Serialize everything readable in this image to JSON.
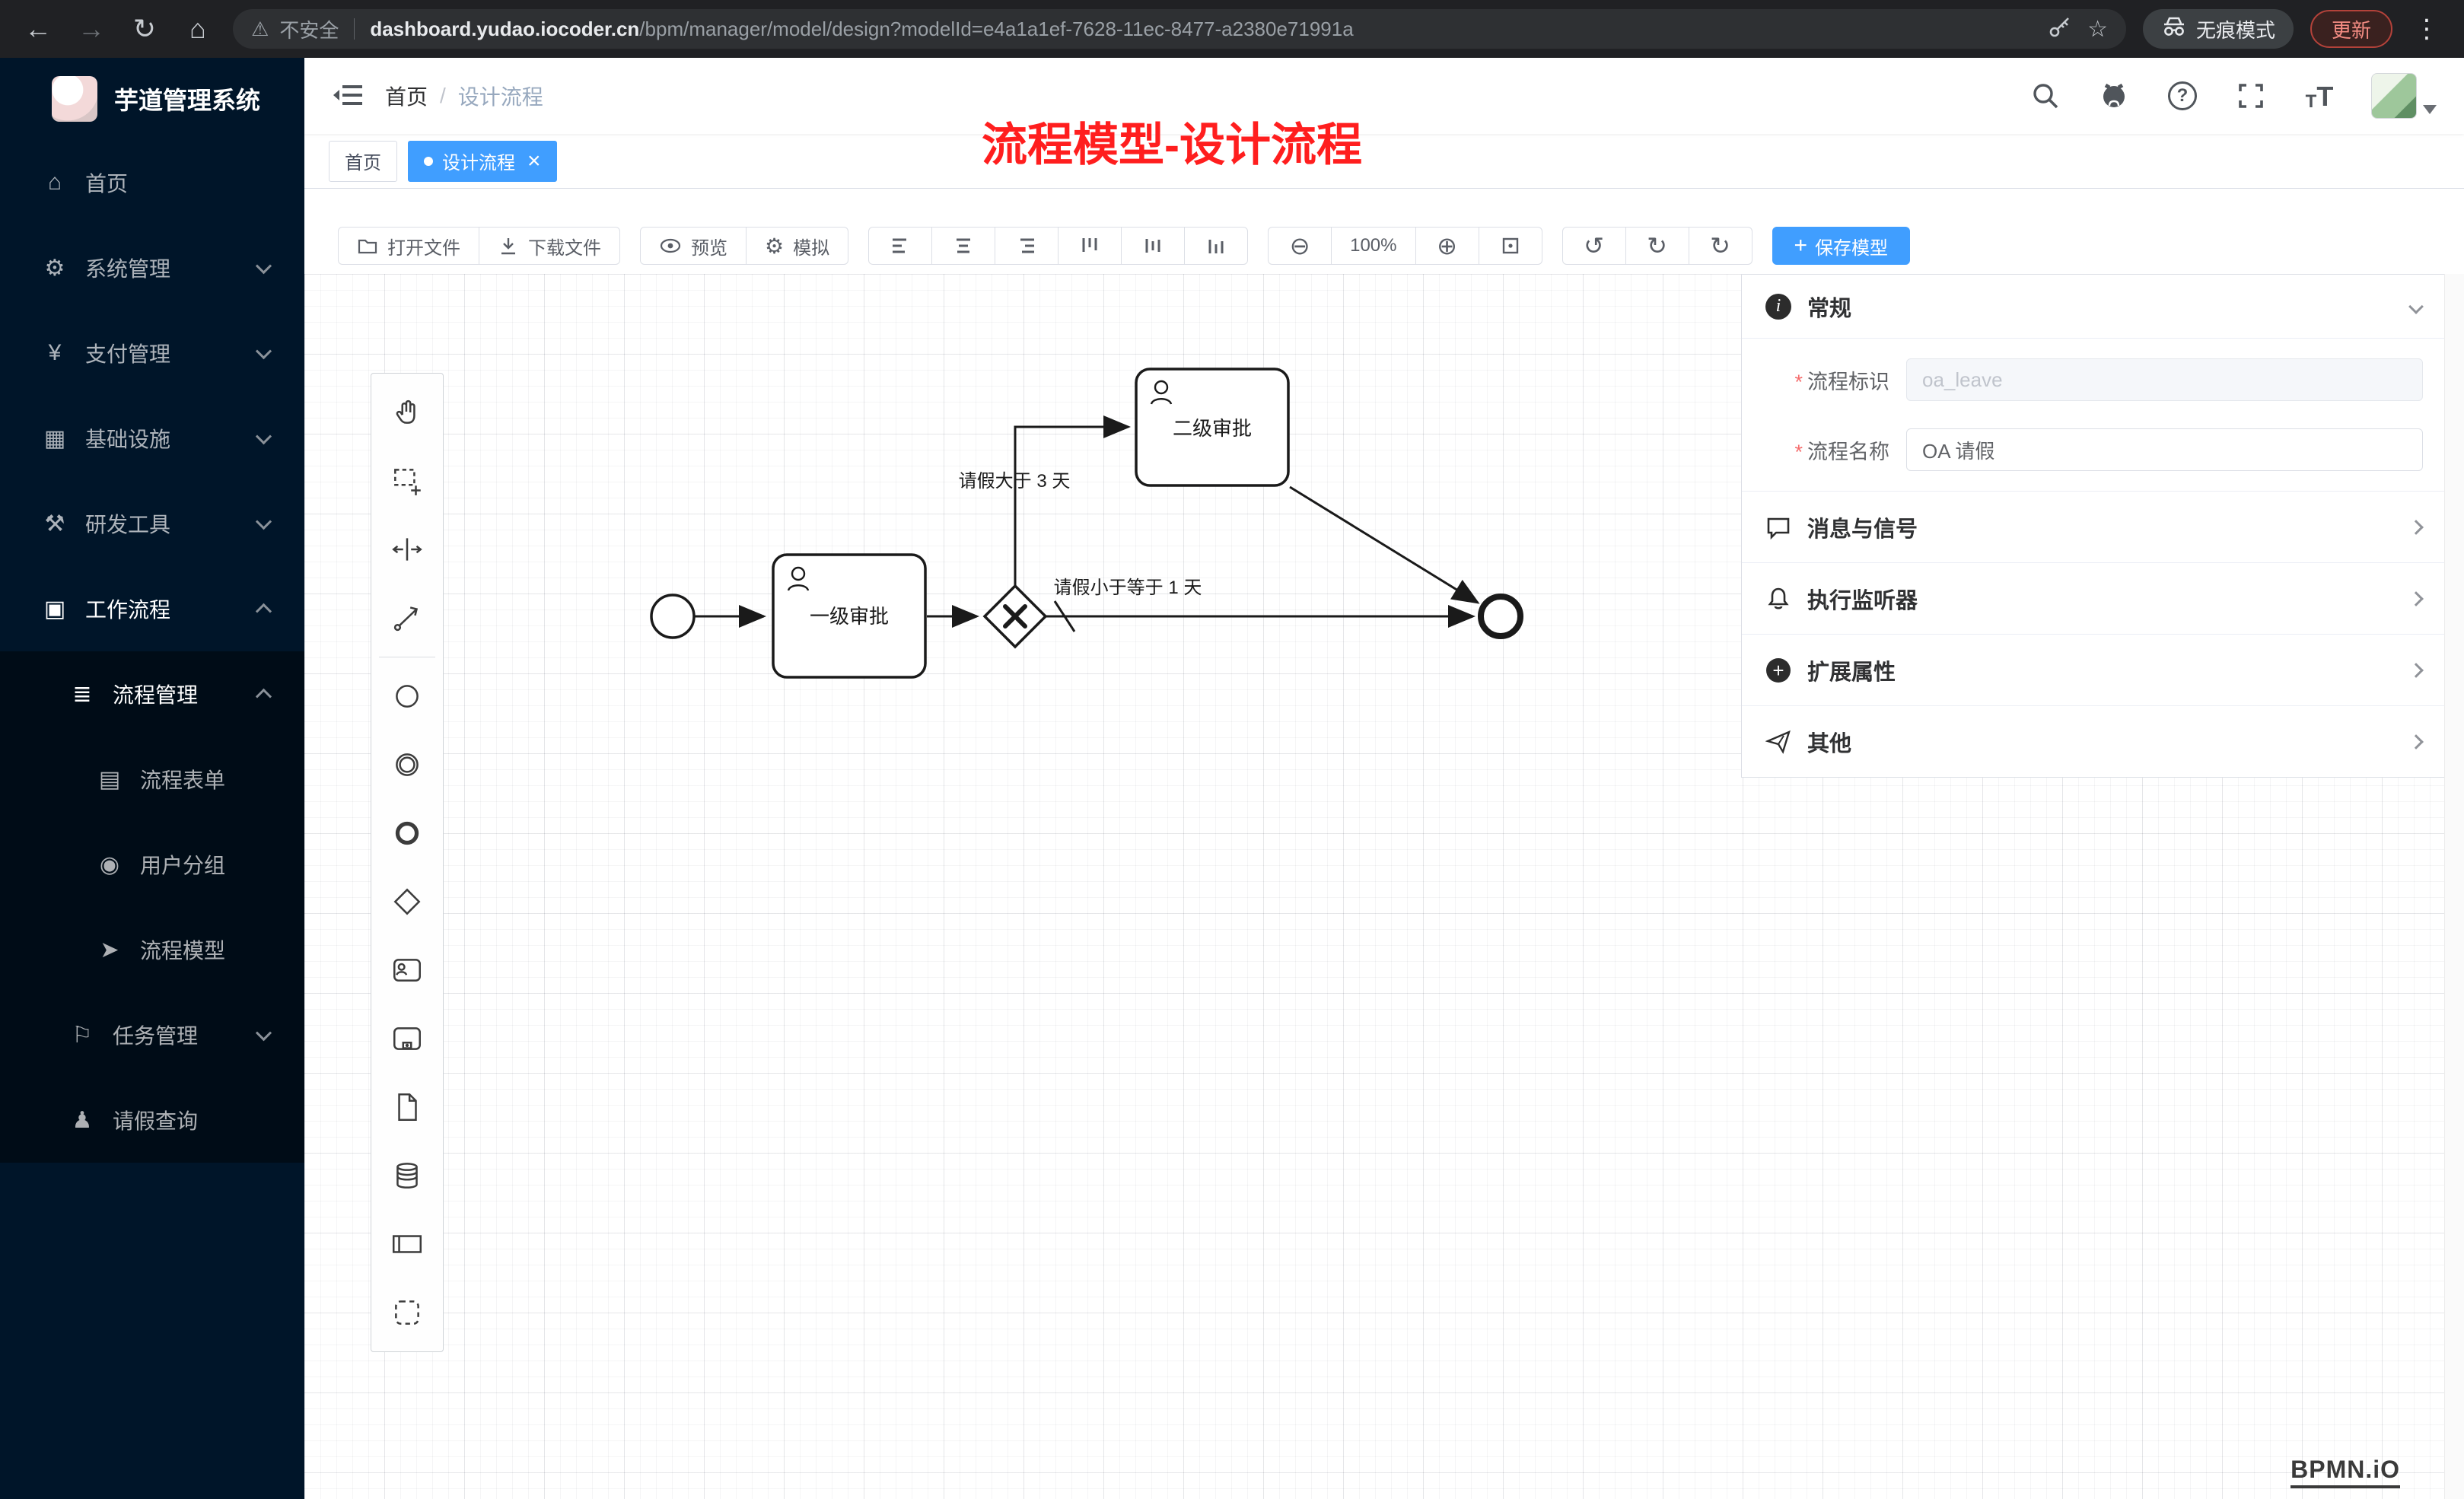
{
  "browser": {
    "security": "不安全",
    "host": "dashboard.yudao.iocoder.cn",
    "path": "/bpm/manager/model/design?modelId=e4a1a1ef-7628-11ec-8477-a2380e71991a",
    "incognito": "无痕模式",
    "update": "更新"
  },
  "sidebar": {
    "logo": "芋道管理系统",
    "items": [
      {
        "label": "首页"
      },
      {
        "label": "系统管理"
      },
      {
        "label": "支付管理"
      },
      {
        "label": "基础设施"
      },
      {
        "label": "研发工具"
      },
      {
        "label": "工作流程"
      },
      {
        "label": "流程管理"
      },
      {
        "label": "流程表单"
      },
      {
        "label": "用户分组"
      },
      {
        "label": "流程模型"
      },
      {
        "label": "任务管理"
      },
      {
        "label": "请假查询"
      }
    ]
  },
  "header": {
    "breadcrumb_home": "首页",
    "breadcrumb_current": "设计流程",
    "annotation": "流程模型-设计流程"
  },
  "tags": {
    "home": "首页",
    "active": "设计流程",
    "close": "×"
  },
  "toolbar": {
    "open": "打开文件",
    "download": "下载文件",
    "preview": "预览",
    "simulate": "模拟",
    "zoom_level": "100%",
    "save": "保存模型"
  },
  "diagram": {
    "task1": "一级审批",
    "task2": "二级审批",
    "flow_gt": "请假大于 3 天",
    "flow_lte": "请假小于等于 1 天",
    "watermark": "BPMN.iO"
  },
  "panel": {
    "general_title": "常规",
    "field_key_label": "流程标识",
    "field_key_value": "oa_leave",
    "field_name_label": "流程名称",
    "field_name_value": "OA 请假",
    "sections": [
      {
        "label": "消息与信号"
      },
      {
        "label": "执行监听器"
      },
      {
        "label": "扩展属性"
      },
      {
        "label": "其他"
      }
    ]
  },
  "colors": {
    "accent": "#409eff",
    "sidebar_bg": "#001529",
    "annotation_red": "#ff1e1e"
  }
}
